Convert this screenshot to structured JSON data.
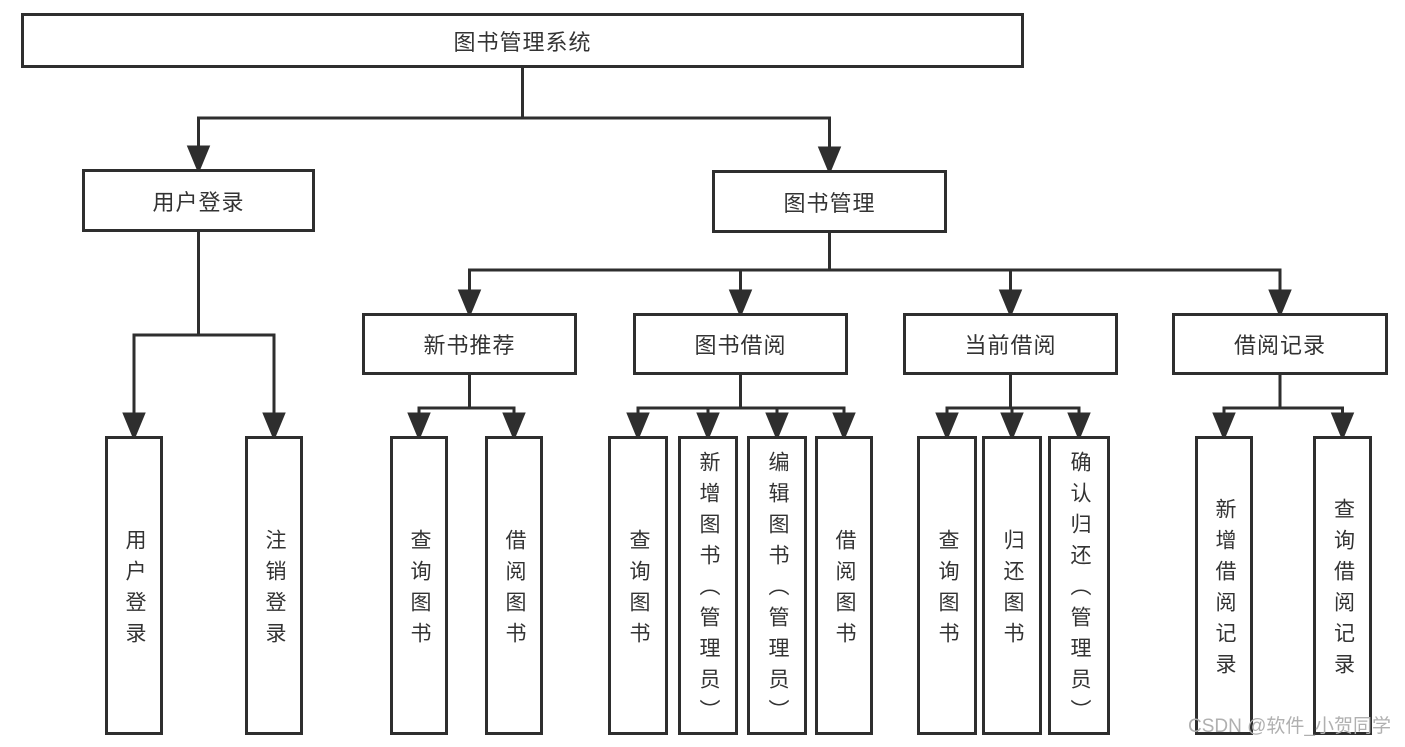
{
  "diagram": {
    "title_hint": "library-management-system-function-structure",
    "root": {
      "label": "图书管理系统"
    },
    "level2": [
      {
        "label": "用户登录"
      },
      {
        "label": "图书管理"
      }
    ],
    "level3": [
      {
        "label": "新书推荐",
        "parent": "图书管理"
      },
      {
        "label": "图书借阅",
        "parent": "图书管理"
      },
      {
        "label": "当前借阅",
        "parent": "图书管理"
      },
      {
        "label": "借阅记录",
        "parent": "图书管理"
      }
    ],
    "leaves": [
      {
        "label": "用户登录",
        "parent": "用户登录"
      },
      {
        "label": "注销登录",
        "parent": "用户登录"
      },
      {
        "label": "查询图书",
        "parent": "新书推荐"
      },
      {
        "label": "借阅图书",
        "parent": "新书推荐"
      },
      {
        "label": "查询图书",
        "parent": "图书借阅"
      },
      {
        "label": "新增图书（管理员）",
        "parent": "图书借阅"
      },
      {
        "label": "编辑图书（管理员）",
        "parent": "图书借阅"
      },
      {
        "label": "借阅图书",
        "parent": "图书借阅"
      },
      {
        "label": "查询图书",
        "parent": "当前借阅"
      },
      {
        "label": "归还图书",
        "parent": "当前借阅"
      },
      {
        "label": "确认归还（管理员）",
        "parent": "当前借阅"
      },
      {
        "label": "新增借阅记录",
        "parent": "借阅记录"
      },
      {
        "label": "查询借阅记录",
        "parent": "借阅记录"
      }
    ],
    "watermark": "CSDN @软件_小贺同学",
    "colors": {
      "line": "#2e2e2e",
      "text": "#333333",
      "node_background": "#ffffff",
      "watermark": "#b0b0b0"
    }
  }
}
